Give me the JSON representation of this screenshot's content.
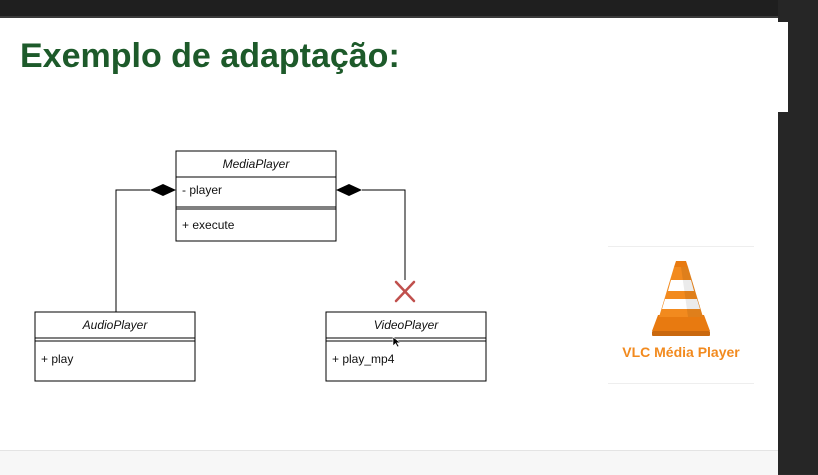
{
  "slide": {
    "title": "Exemplo de adaptação:"
  },
  "diagram": {
    "media_player": {
      "name": "MediaPlayer",
      "attribute": "- player",
      "method": "+ execute"
    },
    "audio_player": {
      "name": "AudioPlayer",
      "method": "+ play"
    },
    "video_player": {
      "name": "VideoPlayer",
      "method": "+ play_mp4"
    },
    "colors": {
      "line": "#000000",
      "cross": "#c0504d"
    }
  },
  "vlc": {
    "label": "VLC Média Player",
    "icon": "vlc-cone-icon",
    "colors": {
      "orange": "#f28a1e"
    }
  }
}
